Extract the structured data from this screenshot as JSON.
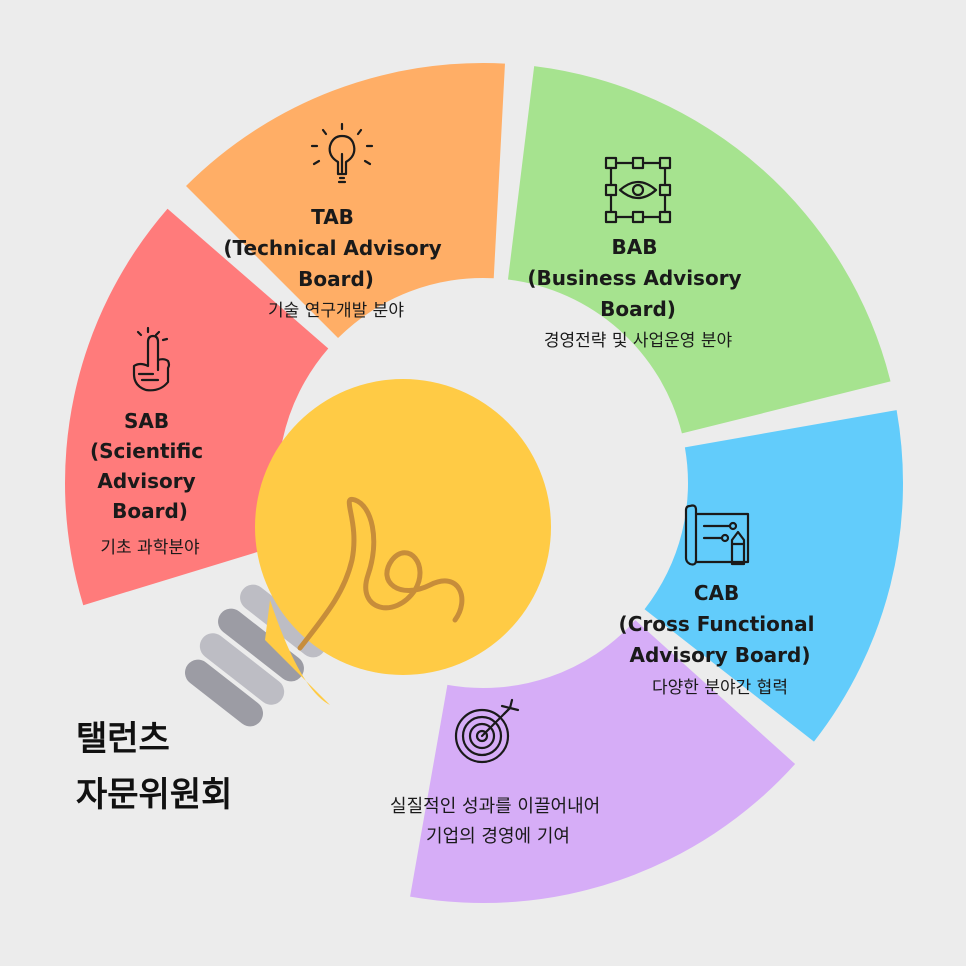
{
  "org": {
    "title_line1": "탤런츠",
    "title_line2": "자문위원회"
  },
  "segments": {
    "sab": {
      "color": "#ff7b7b",
      "icon": "raised-finger-hand-icon",
      "title_lines": [
        "SAB",
        "(Scientific",
        "Advisory",
        "Board)"
      ],
      "subtitle": "기초 과학분야"
    },
    "tab": {
      "color": "#ffae66",
      "icon": "light-bulb-icon",
      "title_lines": [
        "TAB",
        "(Technical Advisory",
        "Board)"
      ],
      "subtitle": "기술 연구개발 분야"
    },
    "bab": {
      "color": "#a6e38f",
      "icon": "network-eye-icon",
      "title_lines": [
        "BAB",
        "(Business Advisory",
        "Board)"
      ],
      "subtitle": "경영전략 및 사업운영 분야"
    },
    "cab": {
      "color": "#62ccfb",
      "icon": "blueprint-pencil-icon",
      "title_lines": [
        "CAB",
        "(Cross Functional",
        "Advisory Board)"
      ],
      "subtitle": "다양한 분야간 협력"
    },
    "goal": {
      "color": "#d6adf7",
      "icon": "target-arrow-icon",
      "lines": [
        "실질적인 성과를 이끌어내어",
        "기업의 경영에 기여"
      ]
    }
  },
  "bulb": {
    "glass_color": "#ffcb45",
    "filament_color": "#c78d3a",
    "base_light": "#bdbdc4",
    "base_dark": "#9c9ca4"
  }
}
